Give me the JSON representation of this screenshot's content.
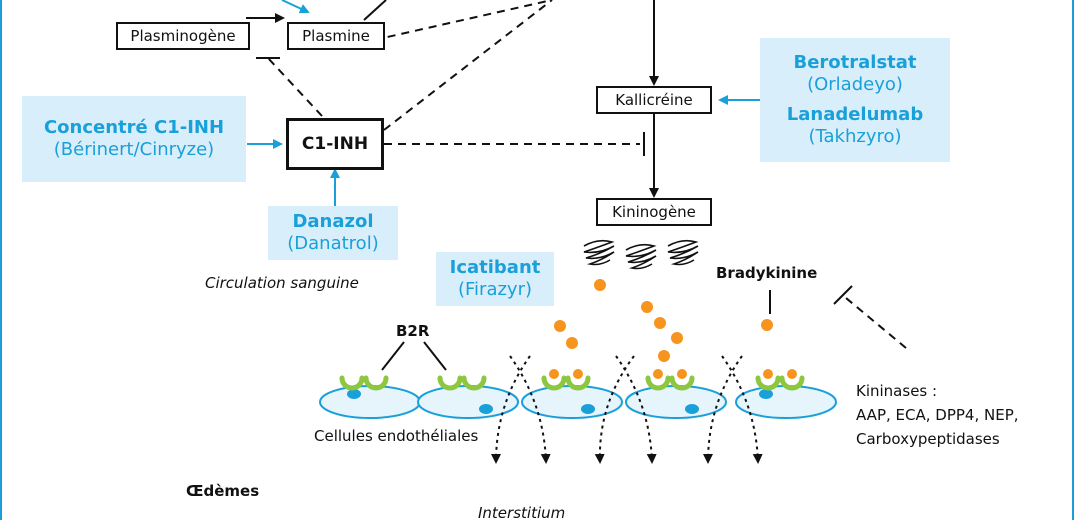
{
  "nodes": {
    "plasminogene": "Plasminogène",
    "plasmine": "Plasmine",
    "c1inh": "C1-INH",
    "kallicreine": "Kallicréine",
    "kininogene": "Kininogène"
  },
  "drugs": {
    "concentre": {
      "name": "Concentré C1-INH",
      "brand": "(Bérinert/Cinryze)"
    },
    "danazol": {
      "name": "Danazol",
      "brand": "(Danatrol)"
    },
    "icatibant": {
      "name": "Icatibant",
      "brand": "(Firazyr)"
    },
    "berotralstat": {
      "name": "Berotralstat",
      "brand": "(Orladeyo)"
    },
    "lanadelumab": {
      "name": "Lanadelumab",
      "brand": "(Takhzyro)"
    }
  },
  "labels": {
    "circulation": "Circulation sanguine",
    "bradykinine": "Bradykinine",
    "b2r": "B2R",
    "cellules": "Cellules endothéliales",
    "oedemes": "Œdèmes",
    "interstitium": "Interstitium",
    "kininases_title": "Kininases :",
    "kininases_line1": "AAP, ECA, DPP4, NEP,",
    "kininases_line2": "Carboxypeptidases"
  },
  "colors": {
    "accent": "#1aa0d8",
    "drug_bg": "#d9eefb",
    "receptor": "#8dc63f",
    "cell_fill": "#e6f4fc",
    "bradykinin_dot": "#f7941d",
    "cell_nucleus": "#1aa0d8"
  }
}
